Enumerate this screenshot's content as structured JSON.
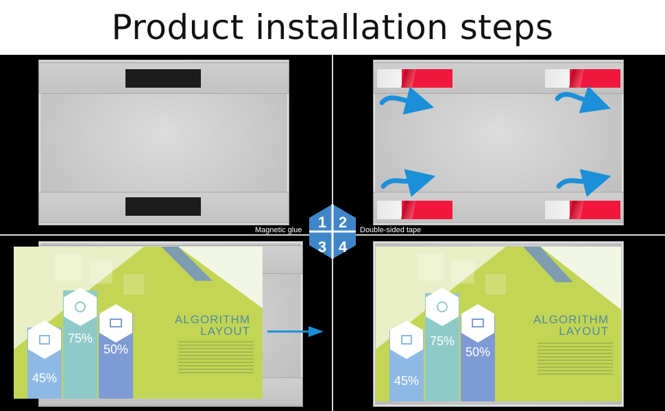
{
  "header": {
    "title": "Product installation steps"
  },
  "captions": {
    "step1": "Magnetic glue",
    "step2": "Double-sided tape"
  },
  "steps": [
    "1",
    "2",
    "3",
    "4"
  ],
  "poster": {
    "heading_line1": "ALGORITHM",
    "heading_line2": "LAYOUT",
    "stats": [
      "75%",
      "50%",
      "45%"
    ]
  },
  "colors": {
    "background": "#000000",
    "badge": "#3f86c8",
    "tape_red": "#f2173c",
    "arrow_blue": "#1b8fd8",
    "poster_lime": "#c3d555",
    "poster_teal": "#8fcac8",
    "poster_blue": "#7f9bd6"
  },
  "icons": [
    "hexagon-step-badge",
    "curved-arrow-icon",
    "right-arrow-icon",
    "refresh-icon",
    "monitor-chart-icon",
    "bar-chart-icon"
  ]
}
